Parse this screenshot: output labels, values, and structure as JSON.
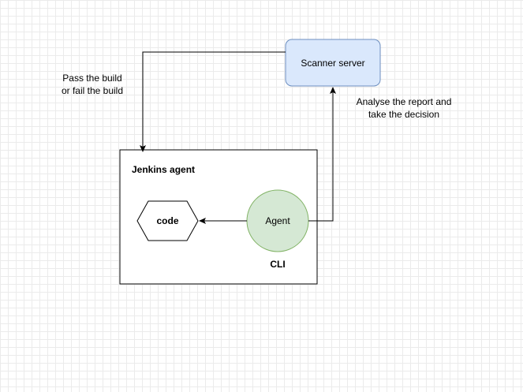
{
  "diagram": {
    "scanner_server": {
      "label": "Scanner server",
      "fill": "#dae8fc",
      "stroke": "#6c8ebf"
    },
    "jenkins_agent": {
      "label": "Jenkins agent"
    },
    "code_node": {
      "label": "code"
    },
    "agent_node": {
      "label": "Agent",
      "fill": "#d5e8d4",
      "stroke": "#82b366"
    },
    "cli_label": "CLI",
    "edge_pass_fail": {
      "line1": "Pass the build",
      "line2": "or fail the build"
    },
    "edge_analyse": {
      "line1": "Analyse the report and",
      "line2": "take the decision"
    }
  }
}
